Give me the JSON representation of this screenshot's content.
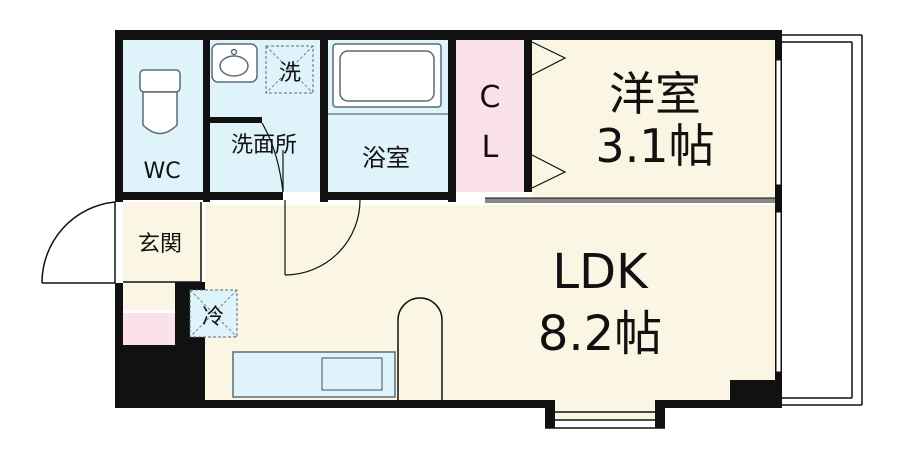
{
  "rooms": {
    "wc": "WC",
    "washroom": "洗面所",
    "washer": "洗",
    "bathroom": "浴室",
    "closet_line1": "C",
    "closet_line2": "L",
    "western_room_name": "洋室",
    "western_room_size": "3.1帖",
    "entrance": "玄関",
    "fridge": "冷",
    "ldk_name": "LDK",
    "ldk_size": "8.2帖"
  },
  "colors": {
    "wall": "#111111",
    "wet_area": "#dff3fb",
    "living_area": "#fbf6e3",
    "closet": "#fbe1ea",
    "fixture_line": "#5a6b75"
  }
}
